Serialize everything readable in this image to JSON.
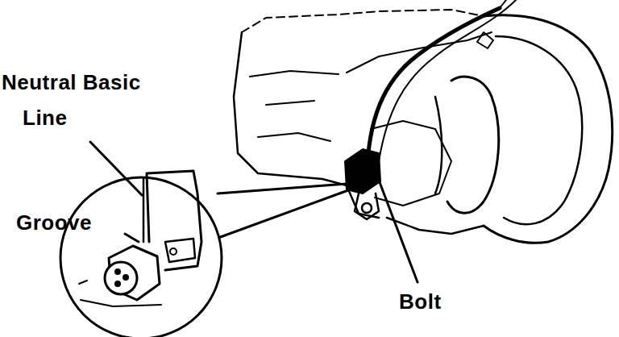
{
  "diagram": {
    "labels": [
      "Neutral Basic Line",
      "Groove",
      "Bolt"
    ]
  }
}
